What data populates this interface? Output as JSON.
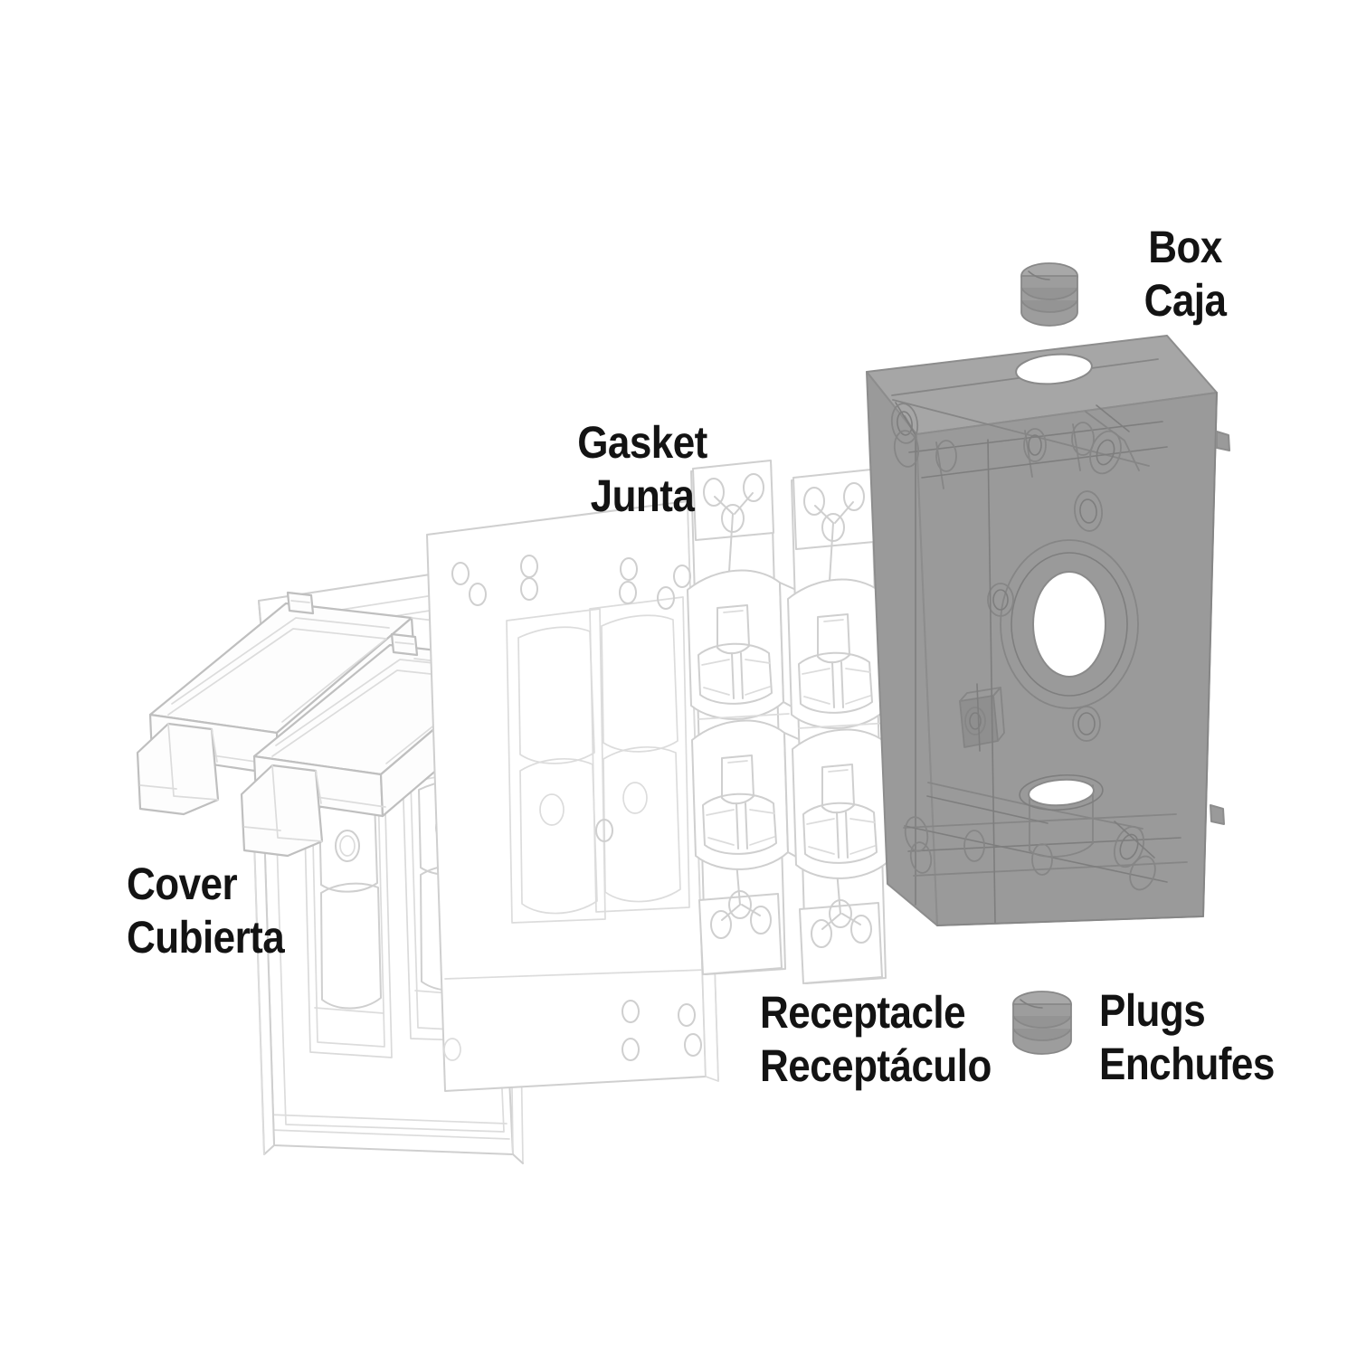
{
  "diagram": {
    "title": "Weatherproof outlet box exploded assembly",
    "type": "exploded-view",
    "background_color": "#ffffff",
    "line_art_color": "#cfcfcf",
    "box_gray": "#9a9a9a",
    "text_color": "#131313"
  },
  "labels": {
    "cover": {
      "en": "Cover",
      "es": "Cubierta"
    },
    "gasket": {
      "en": "Gasket",
      "es": "Junta"
    },
    "receptacle": {
      "en": "Receptacle",
      "es": "Receptáculo"
    },
    "box": {
      "en": "Box",
      "es": "Caja"
    },
    "plugs": {
      "en": "Plugs",
      "es": "Enchufes"
    }
  },
  "parts": [
    {
      "id": "cover",
      "name_en": "Cover",
      "name_es": "Cubierta",
      "count": 1,
      "style": "white-line-art",
      "detail": "two-gang flip-lid weatherproof cover with hinged lids"
    },
    {
      "id": "gasket",
      "name_en": "Gasket",
      "name_es": "Junta",
      "count": 1,
      "style": "white-line-art",
      "detail": "flat foam gasket sheet with duplex cutouts and screw holes"
    },
    {
      "id": "receptacle",
      "name_en": "Receptacle",
      "name_es": "Receptáculo",
      "count": 2,
      "style": "white-line-art",
      "detail": "duplex receptacles with mounting straps"
    },
    {
      "id": "box",
      "name_en": "Box",
      "name_es": "Caja",
      "count": 1,
      "style": "solid-gray",
      "detail": "single-gang weatherproof box with threaded knockouts"
    },
    {
      "id": "plugs",
      "name_en": "Plugs",
      "name_es": "Enchufes",
      "count": 2,
      "style": "solid-gray",
      "detail": "threaded closure plugs for unused knockouts"
    }
  ]
}
